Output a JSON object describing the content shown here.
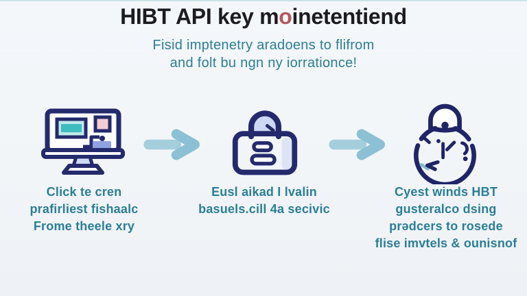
{
  "page": {
    "background": "#f3f6f9",
    "type_label": "three-step infographic"
  },
  "header": {
    "title_pre": "HIBT API key m",
    "title_accent": "o",
    "title_post": "inetentiend",
    "subtitle_line1": "Fisid imptenetry aradoens to flifrom",
    "subtitle_line2": "and folt bu ngn ny iorrationce!"
  },
  "steps": [
    {
      "icon": "monitor-icon",
      "lines": [
        "Click te cren",
        "prafirliest fishaalc",
        "Frome theele xry"
      ]
    },
    {
      "icon": "lock-icon",
      "lines": [
        "Eusl aikad I lvalin",
        "basuels.cill 4a secivic"
      ]
    },
    {
      "icon": "stopwatch-icon",
      "lines": [
        "Cyest winds HBT",
        "gusteralco dsing",
        "prədcers to rosede",
        "flise imvtels & ounisnof"
      ]
    }
  ],
  "icons": {
    "step1": "monitor-icon",
    "step2": "lock-icon",
    "step3": "stopwatch-icon",
    "connector": "arrow-right-icon"
  },
  "colors": {
    "title_text": "#1c1c20",
    "title_accent": "#b4595e",
    "teal_text": "#2b7e97",
    "icon_outline_navy": "#242a6c",
    "teal_fill": "#3fbcbf",
    "pink_fill": "#f5ccd0",
    "periwinkle_fill": "#8fa2e1",
    "light_periwinkle_fill": "#ccd8f4",
    "arrow_blue": "#8cc0d5",
    "arrow_shaft_blue": "#a5cedd",
    "background": "#f3f6f9"
  }
}
